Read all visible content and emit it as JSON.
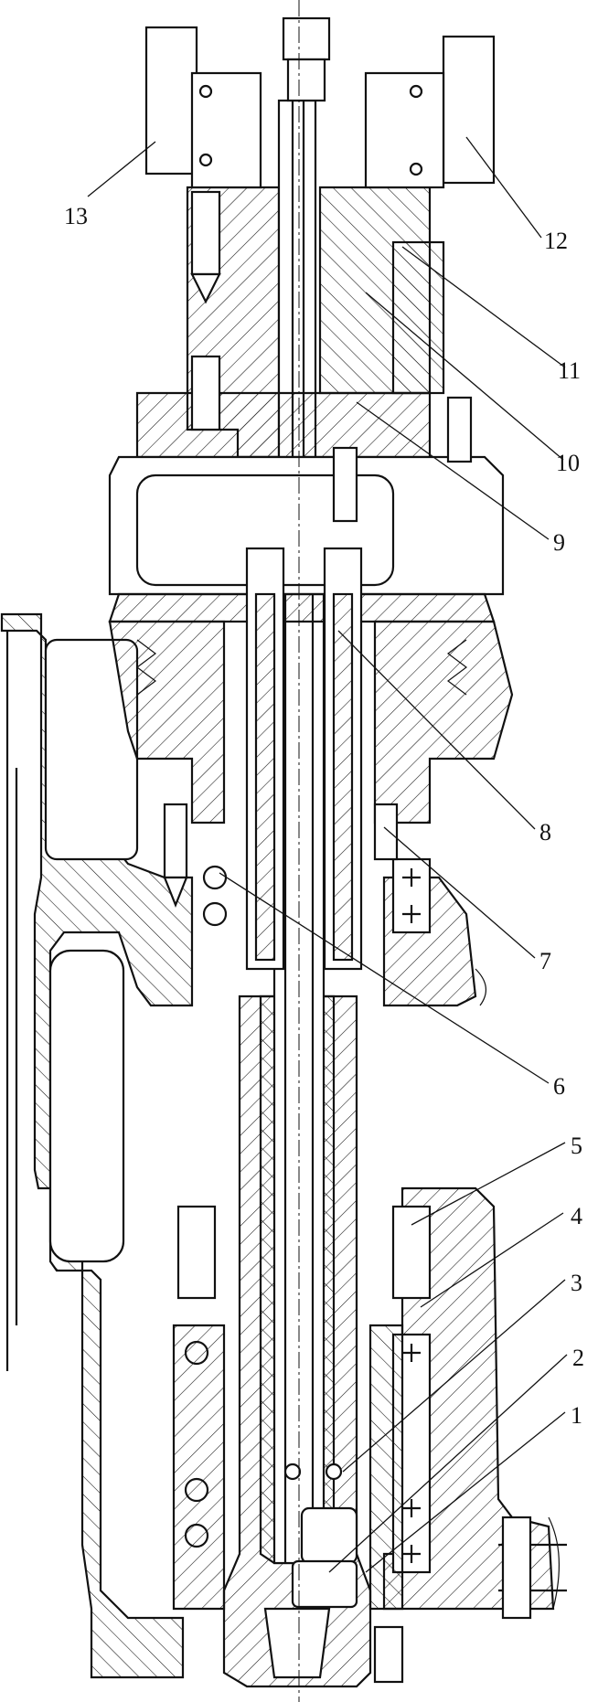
{
  "figure": {
    "callouts": [
      {
        "id": "1",
        "text": "1"
      },
      {
        "id": "2",
        "text": "2"
      },
      {
        "id": "3",
        "text": "3"
      },
      {
        "id": "4",
        "text": "4"
      },
      {
        "id": "5",
        "text": "5"
      },
      {
        "id": "6",
        "text": "6"
      },
      {
        "id": "7",
        "text": "7"
      },
      {
        "id": "8",
        "text": "8"
      },
      {
        "id": "9",
        "text": "9"
      },
      {
        "id": "10",
        "text": "10"
      },
      {
        "id": "11",
        "text": "11"
      },
      {
        "id": "12",
        "text": "12"
      },
      {
        "id": "13",
        "text": "13"
      }
    ]
  }
}
